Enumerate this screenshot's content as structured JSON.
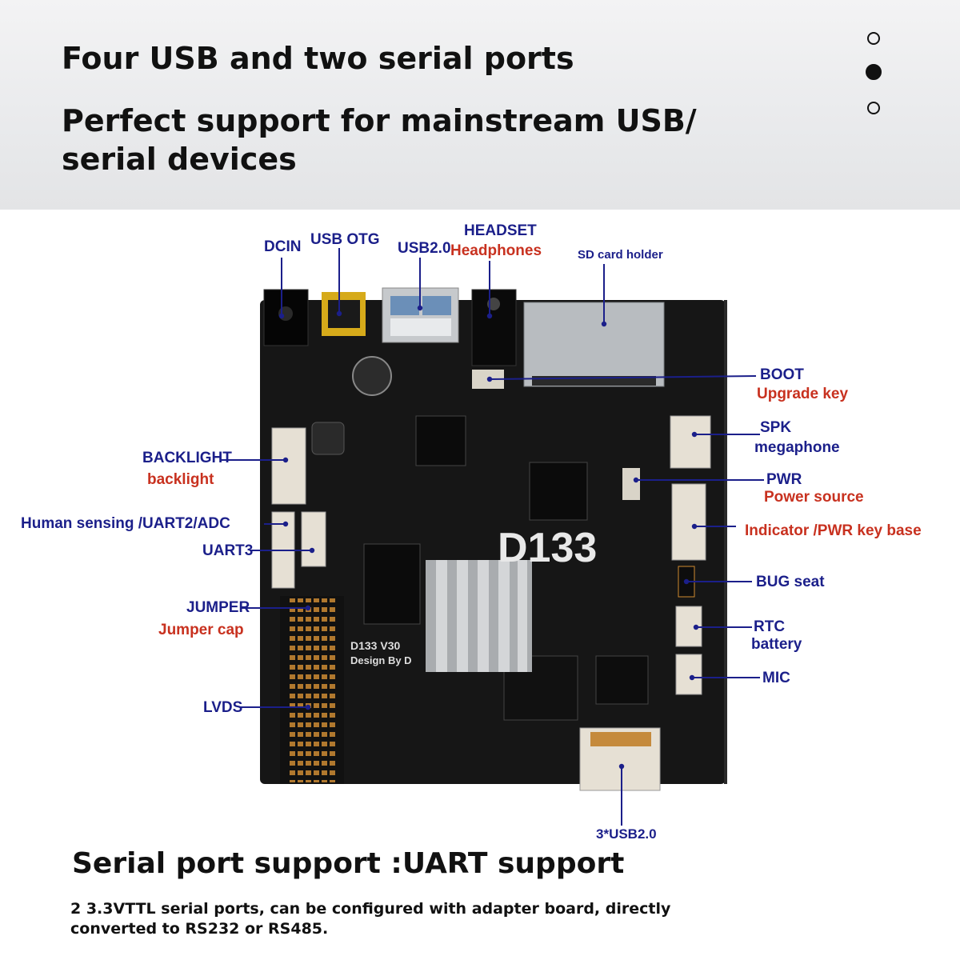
{
  "header": {
    "line1": "Four USB and two serial ports",
    "line2": "Perfect support for mainstream USB/",
    "line3": "serial devices"
  },
  "pager": {
    "count": 3,
    "active_index": 1
  },
  "board": {
    "silkscreen_main": "D133",
    "silkscreen_version": "D133 V30",
    "silkscreen_design": "Design By D"
  },
  "labels": {
    "dcin": "DCIN",
    "usb_otg": "USB OTG",
    "usb20": "USB2.0",
    "headset": "HEADSET",
    "headphones": "Headphones",
    "sd_card": "SD card holder",
    "boot": "BOOT",
    "upgrade_key": "Upgrade key",
    "spk": "SPK",
    "megaphone": "megaphone",
    "pwr": "PWR",
    "power_source": "Power source",
    "indicator": "Indicator /PWR key base",
    "bug_seat": "BUG seat",
    "rtc": "RTC",
    "battery": "battery",
    "mic": "MIC",
    "usb3": "3*USB2.0",
    "backlight_en": "BACKLIGHT",
    "backlight": "backlight",
    "human_sensing": "Human sensing /UART2/ADC",
    "uart3": "UART3",
    "jumper": "JUMPER",
    "jumper_cap": "Jumper cap",
    "lvds": "LVDS"
  },
  "footer": {
    "title": "Serial port support :UART support",
    "desc": "2 3.3VTTL serial ports, can be configured with adapter board, directly converted to RS232 or RS485."
  },
  "colors": {
    "label_blue": "#1b1f8a",
    "label_red": "#c8311f",
    "pcb": "#161616"
  }
}
